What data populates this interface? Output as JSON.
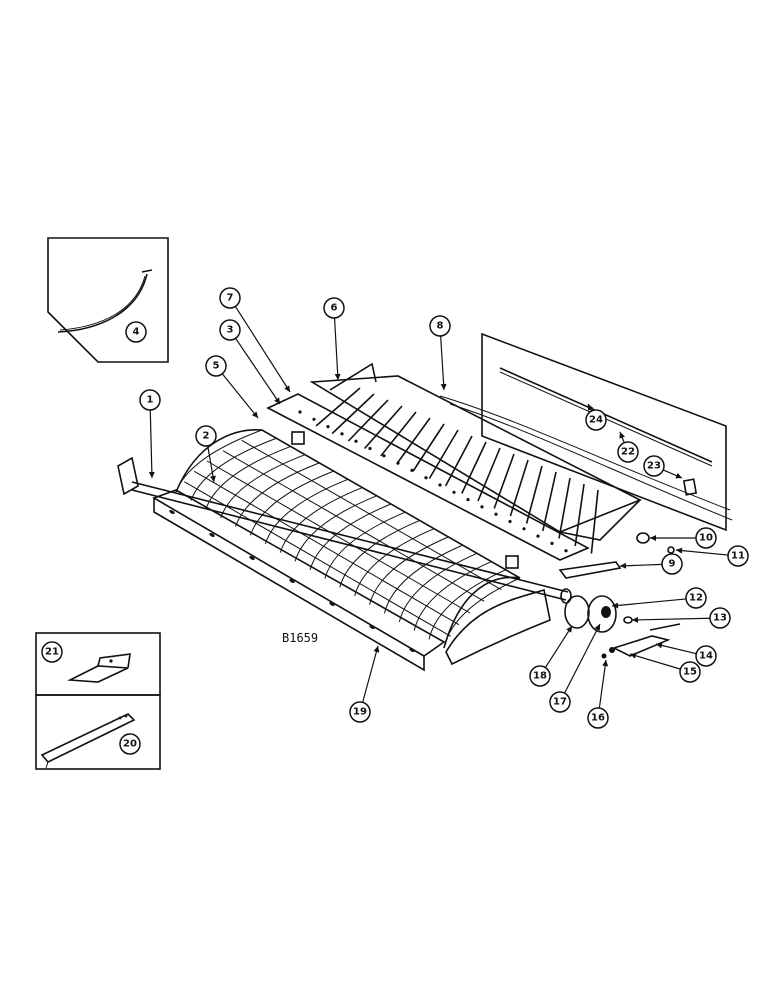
{
  "drawing_code": "B1659",
  "colors": {
    "ink": "#111111",
    "paper": "#ffffff"
  },
  "callouts": [
    {
      "id": "1",
      "label": "1"
    },
    {
      "id": "2",
      "label": "2"
    },
    {
      "id": "3",
      "label": "3"
    },
    {
      "id": "4",
      "label": "4"
    },
    {
      "id": "5",
      "label": "5"
    },
    {
      "id": "6",
      "label": "6"
    },
    {
      "id": "7",
      "label": "7"
    },
    {
      "id": "8",
      "label": "8"
    },
    {
      "id": "9",
      "label": "9"
    },
    {
      "id": "10",
      "label": "10"
    },
    {
      "id": "11",
      "label": "11"
    },
    {
      "id": "12",
      "label": "12"
    },
    {
      "id": "13",
      "label": "13"
    },
    {
      "id": "14",
      "label": "14"
    },
    {
      "id": "15",
      "label": "15"
    },
    {
      "id": "16",
      "label": "16"
    },
    {
      "id": "17",
      "label": "17"
    },
    {
      "id": "18",
      "label": "18"
    },
    {
      "id": "19",
      "label": "19"
    },
    {
      "id": "20",
      "label": "20"
    },
    {
      "id": "21",
      "label": "21"
    },
    {
      "id": "22",
      "label": "22"
    },
    {
      "id": "23",
      "label": "23"
    },
    {
      "id": "24",
      "label": "24"
    }
  ]
}
